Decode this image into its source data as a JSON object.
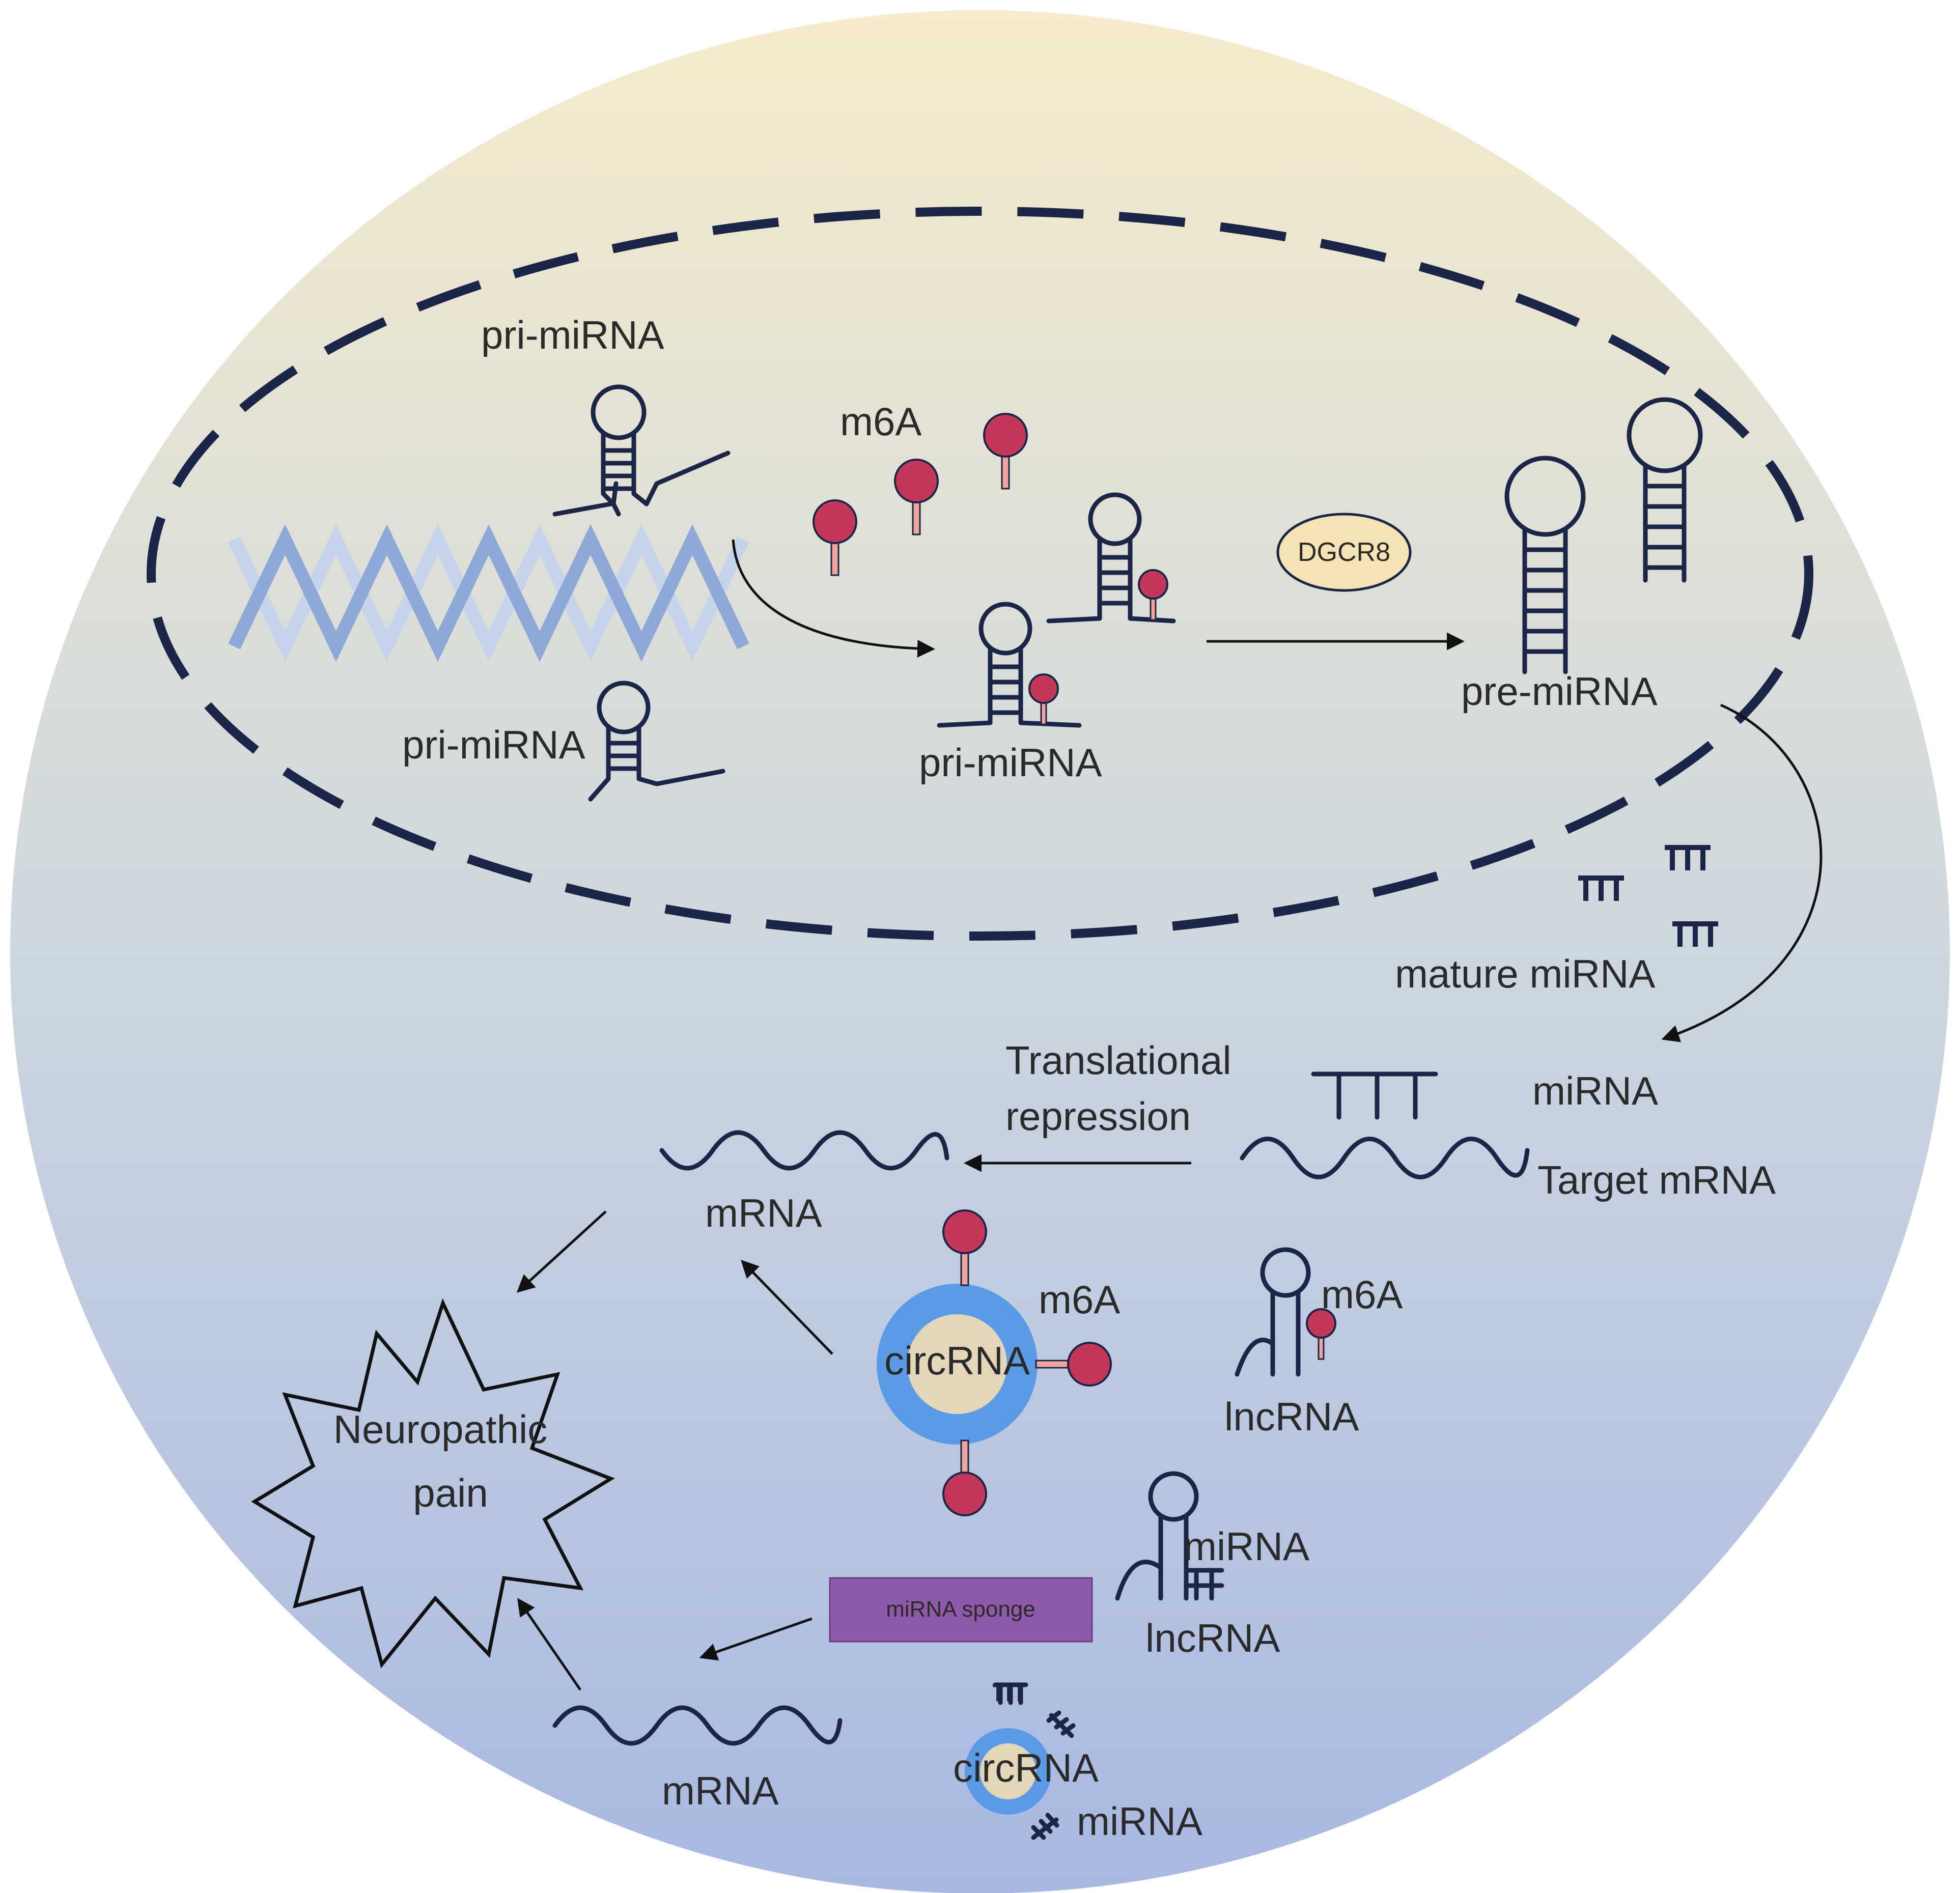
{
  "colors": {
    "cell_top": "#f6ebcc",
    "cell_bottom": "#a9b8e2",
    "nucleus_dash": "#1a2547",
    "m6a_head": "#c2375a",
    "m6a_stem": "#f0a49a",
    "circ_ring": "#5b9be6",
    "circ_core": "#e3d6b9",
    "dgcr8_fill": "#f4e3b5",
    "sponge_fill": "#8d59a8",
    "rna": "#1a2547",
    "dna_light": "#c5d4ea",
    "dna_dark": "#8ea8d8"
  },
  "labels": {
    "pri_top": "pri-miRNA",
    "pri_left": "pri-miRNA",
    "pri_center": "pri-miRNA",
    "m6a_nucleus": "m6A",
    "dgcr8": "DGCR8",
    "pre_mirna": "pre-miRNA",
    "mature_mirna": "mature  miRNA",
    "translational_1": "Translational",
    "translational_2": "repression",
    "mirna_target": "miRNA",
    "target_mrna": "Target mRNA",
    "mrna_upper": "mRNA",
    "m6a_circ": "m6A",
    "circrna_upper": "circRNA",
    "m6a_lnc": "m6A",
    "lncrna_upper": "lncRNA",
    "neuropathic_1": "Neuropathic",
    "neuropathic_2": "pain",
    "mirna_lnc": "miRNA",
    "lncrna_lower": "lncRNA",
    "sponge": "miRNA sponge",
    "mrna_lower": "mRNA",
    "circrna_lower": "circRNA",
    "mirna_circ": "miRNA"
  },
  "icons": [
    "dna-helix-icon",
    "hairpin-rna-icon",
    "m6a-marker-icon",
    "mature-mirna-icon",
    "wavy-mrna-icon",
    "circrna-ring-icon",
    "starburst-icon"
  ]
}
